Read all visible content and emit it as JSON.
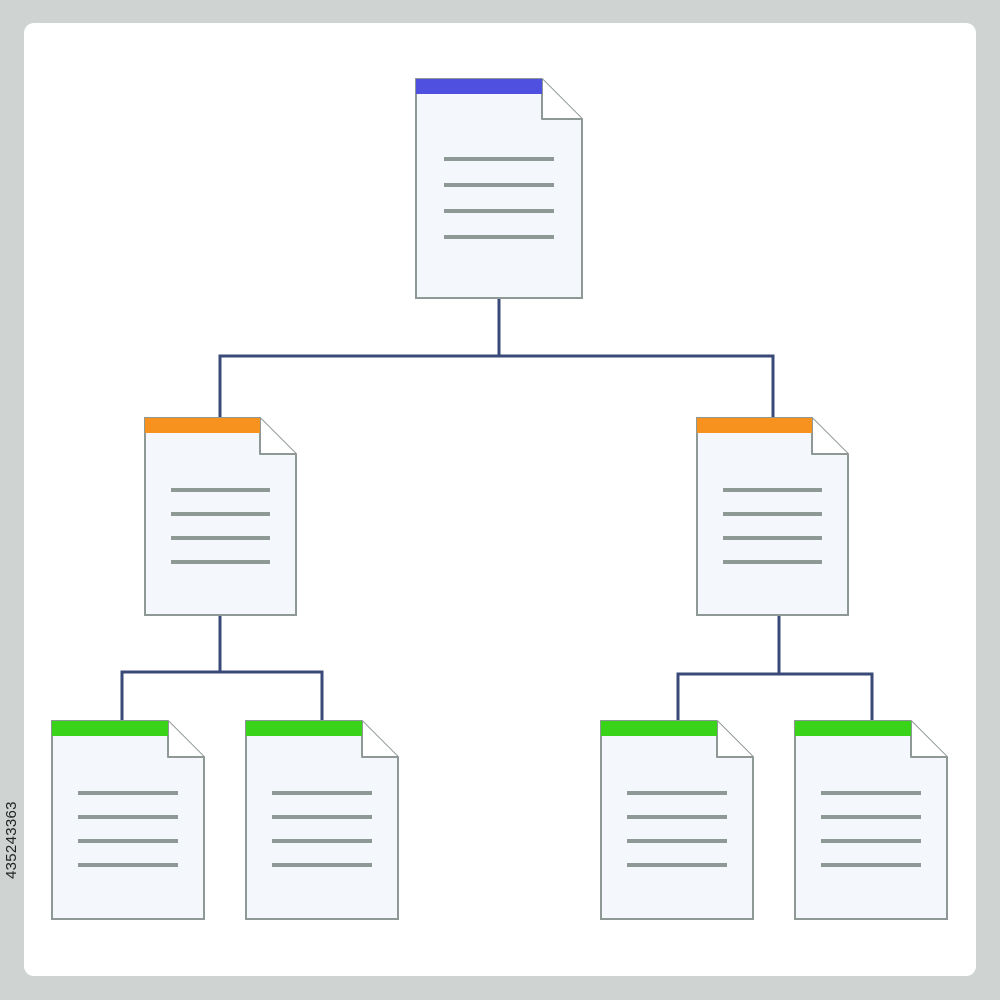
{
  "diagram": {
    "type": "document-hierarchy",
    "levels": [
      {
        "level": 1,
        "documents": 1,
        "header_color": "#4f4fe0"
      },
      {
        "level": 2,
        "documents": 2,
        "header_color": "#f7921e"
      },
      {
        "level": 3,
        "documents": 4,
        "header_color": "#39d31a"
      }
    ],
    "nodes": [
      {
        "id": "root",
        "parent": null,
        "level": 1,
        "icon": "document-icon",
        "text_lines": 4
      },
      {
        "id": "mid-left",
        "parent": "root",
        "level": 2,
        "icon": "document-icon",
        "text_lines": 4
      },
      {
        "id": "mid-right",
        "parent": "root",
        "level": 2,
        "icon": "document-icon",
        "text_lines": 4
      },
      {
        "id": "leaf-1",
        "parent": "mid-left",
        "level": 3,
        "icon": "document-icon",
        "text_lines": 4
      },
      {
        "id": "leaf-2",
        "parent": "mid-left",
        "level": 3,
        "icon": "document-icon",
        "text_lines": 4
      },
      {
        "id": "leaf-3",
        "parent": "mid-right",
        "level": 3,
        "icon": "document-icon",
        "text_lines": 4
      },
      {
        "id": "leaf-4",
        "parent": "mid-right",
        "level": 3,
        "icon": "document-icon",
        "text_lines": 4
      }
    ],
    "colors": {
      "connector": "#3a4a78",
      "page_fill": "#f4f7fb",
      "page_border": "#8e9996",
      "text_line": "#8e9996",
      "background": "#cfd4d3",
      "panel": "#ffffff"
    }
  },
  "stock_id": "435243363"
}
